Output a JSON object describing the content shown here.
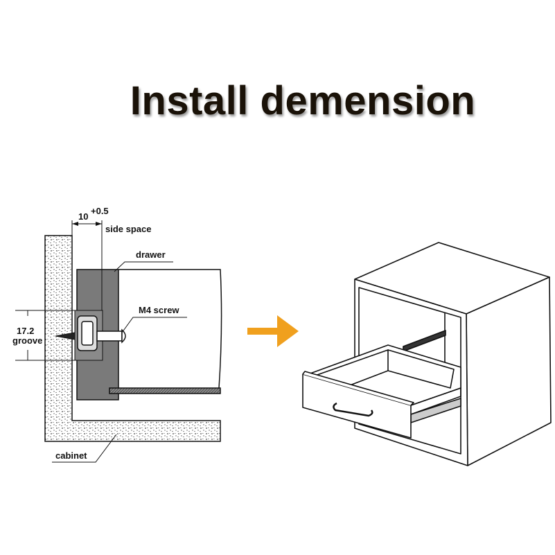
{
  "title": "Install demension",
  "section_diagram": {
    "dimension_value": "10",
    "dimension_tolerance": "+0.5",
    "side_space_label": "side space",
    "drawer_label": "drawer",
    "screw_label": "M4 screw",
    "groove_value": "17.2",
    "groove_label": "groove",
    "cabinet_label": "cabinet"
  },
  "colors": {
    "arrow": "#f0a01e",
    "panel": "#7a7a7a"
  }
}
